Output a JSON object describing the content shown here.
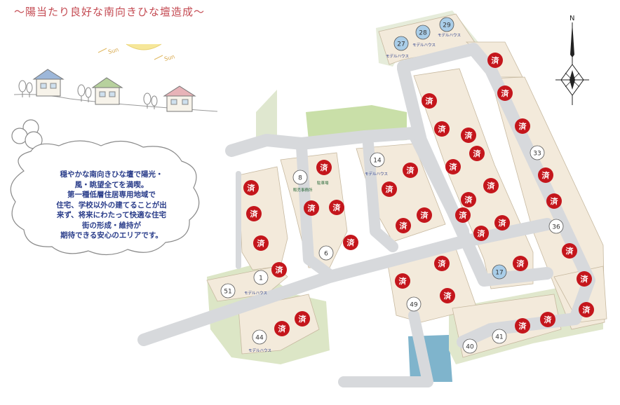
{
  "title": "〜陽当たり良好な南向きひな壇造成〜",
  "sun_label": "Sun",
  "description_lines": [
    "穏やかな南向きひな壇で陽光・",
    "風・眺望全てを満喫。",
    "第一種低層住居専用地域で",
    "住宅、学校以外の建てることが出",
    "来ず、将来にわたって快適な住宅",
    "街の形成・維持が",
    "期待できる安心のエリアです。"
  ],
  "compass_label": "N",
  "sold_mark": "済",
  "model_house_label": "モデルハウス",
  "sales_office_label": "販売事務所",
  "parking_label": "駐車場",
  "lot_numbers": [
    "27",
    "28",
    "29",
    "8",
    "14",
    "33",
    "36",
    "17",
    "1",
    "51",
    "6",
    "49",
    "44",
    "40",
    "41"
  ],
  "colors": {
    "title": "#c44a52",
    "road": "#d7d9dc",
    "lot": "#f3eadb",
    "sold_marker": "#c4161c",
    "model_marker": "#a9cde8",
    "park": "#c9dfa8",
    "slope": "#dfe7cf",
    "water": "#7fb4cc",
    "description_text": "#2a3d8a"
  },
  "icons": [
    "sun-icon",
    "compass-rose-icon",
    "house-icon",
    "tree-icon"
  ]
}
